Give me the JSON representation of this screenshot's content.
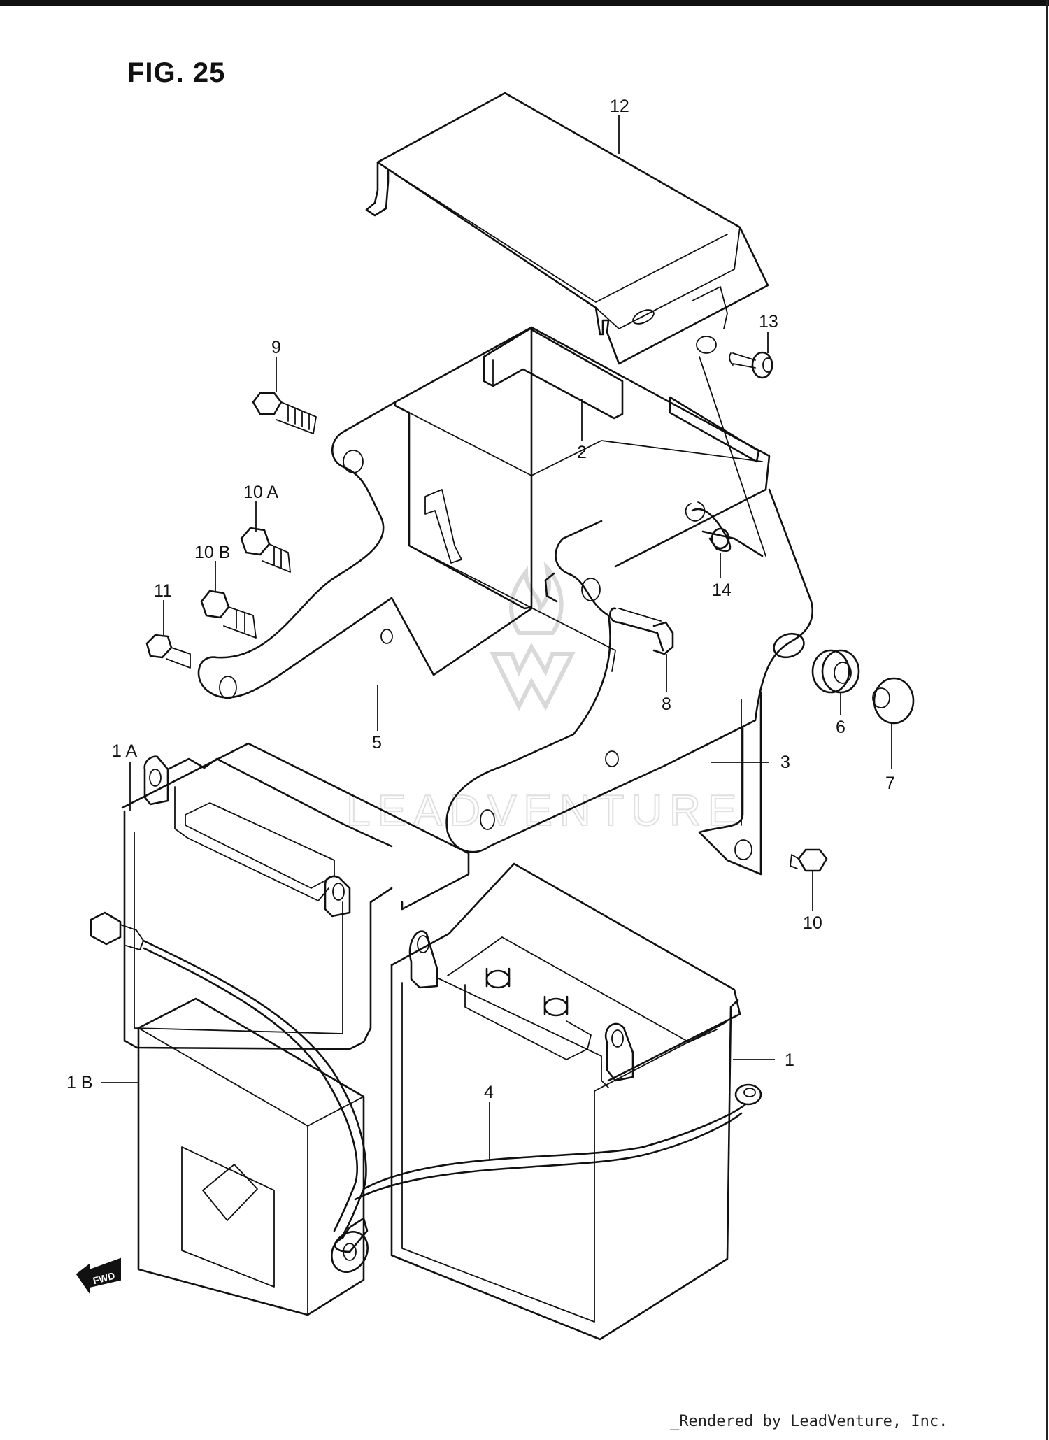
{
  "figure": {
    "title": "FIG. 25"
  },
  "callouts": [
    {
      "id": "12",
      "label": "12"
    },
    {
      "id": "13",
      "label": "13"
    },
    {
      "id": "9",
      "label": "9"
    },
    {
      "id": "2",
      "label": "2"
    },
    {
      "id": "10A",
      "label": "10 A"
    },
    {
      "id": "10B",
      "label": "10 B"
    },
    {
      "id": "14",
      "label": "14"
    },
    {
      "id": "11",
      "label": "11"
    },
    {
      "id": "8",
      "label": "8"
    },
    {
      "id": "6",
      "label": "6"
    },
    {
      "id": "1A",
      "label": "1 A"
    },
    {
      "id": "5",
      "label": "5"
    },
    {
      "id": "3",
      "label": "3"
    },
    {
      "id": "7",
      "label": "7"
    },
    {
      "id": "10",
      "label": "10"
    },
    {
      "id": "1",
      "label": "1"
    },
    {
      "id": "1B",
      "label": "1 B"
    },
    {
      "id": "4",
      "label": "4"
    }
  ],
  "fwd_label": "FWD",
  "watermark": "LEADVENTURE",
  "footer": {
    "credit": "_Rendered by LeadVenture, Inc."
  }
}
